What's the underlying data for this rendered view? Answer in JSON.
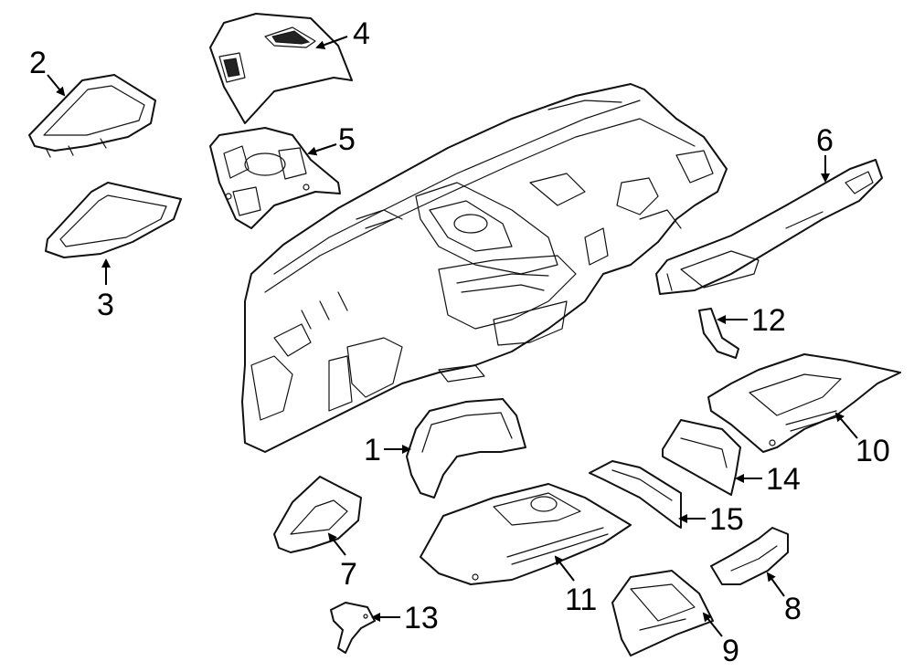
{
  "colors": {
    "line": "#111111",
    "background": "#ffffff"
  },
  "callouts": [
    {
      "id": "1",
      "label": "1"
    },
    {
      "id": "2",
      "label": "2"
    },
    {
      "id": "3",
      "label": "3"
    },
    {
      "id": "4",
      "label": "4"
    },
    {
      "id": "5",
      "label": "5"
    },
    {
      "id": "6",
      "label": "6"
    },
    {
      "id": "7",
      "label": "7"
    },
    {
      "id": "8",
      "label": "8"
    },
    {
      "id": "9",
      "label": "9"
    },
    {
      "id": "10",
      "label": "10"
    },
    {
      "id": "11",
      "label": "11"
    },
    {
      "id": "12",
      "label": "12"
    },
    {
      "id": "13",
      "label": "13"
    },
    {
      "id": "14",
      "label": "14"
    },
    {
      "id": "15",
      "label": "15"
    }
  ]
}
